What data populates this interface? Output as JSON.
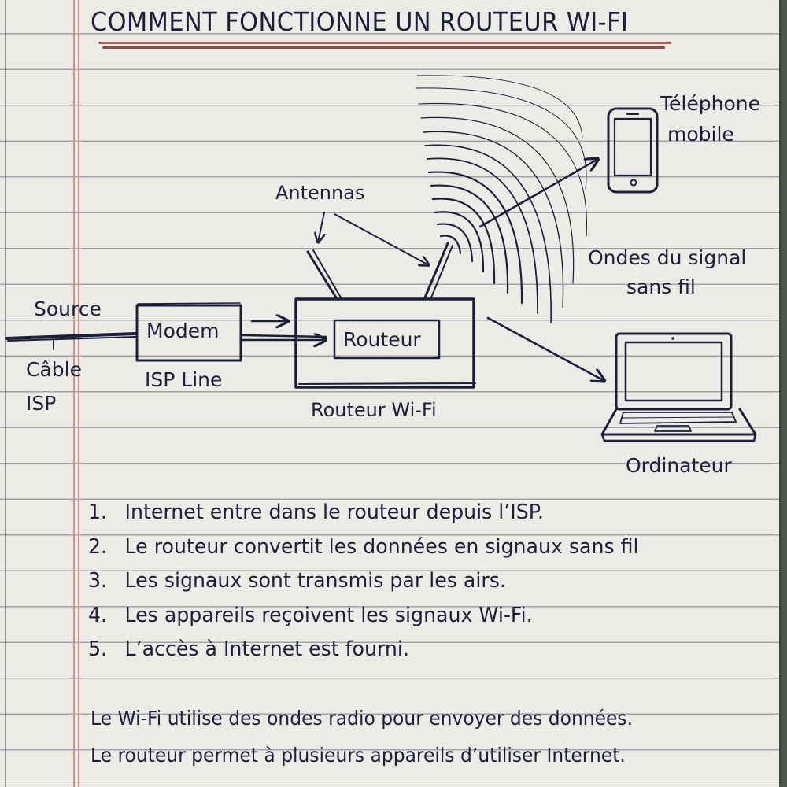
{
  "page": {
    "title": "COMMENT FONCTIONNE UN ROUTEUR WI-FI",
    "colors": {
      "ink": "#1b1f3a",
      "paper": "#ecebe6",
      "rule_line": "#9fa6ab",
      "margin_line": "#cf8f8c",
      "title_underline": "#b55b55",
      "background": "#4d5a4c"
    }
  },
  "diagram": {
    "source_label": "Source",
    "cable_label_line1": "Câble",
    "cable_label_line2": "ISP",
    "modem_label": "Modem",
    "isp_line_label": "ISP Line",
    "router_inner_label": "Routeur",
    "router_caption": "Routeur Wi-Fi",
    "antennas_label": "Antennas",
    "phone_label_line1": "Téléphone",
    "phone_label_line2": "mobile",
    "waves_label_line1": "Ondes du signal",
    "waves_label_line2": "sans fil",
    "laptop_label": "Ordinateur",
    "icons": [
      "smartphone-icon",
      "laptop-icon",
      "wifi-waves-icon",
      "antenna-icon",
      "arrow-icon"
    ]
  },
  "steps": [
    {
      "num": "1.",
      "text": "Internet entre dans le routeur depuis l’ISP."
    },
    {
      "num": "2.",
      "text": "Le routeur convertit les données en signaux sans fil"
    },
    {
      "num": "3.",
      "text": "Les signaux sont transmis par les airs."
    },
    {
      "num": "4.",
      "text": "Les appareils reçoivent les signaux Wi-Fi."
    },
    {
      "num": "5.",
      "text": "L’accès à Internet est fourni."
    }
  ],
  "notes": [
    "Le Wi-Fi utilise des ondes radio pour envoyer des données.",
    "Le routeur permet à plusieurs appareils d’utiliser Internet."
  ]
}
